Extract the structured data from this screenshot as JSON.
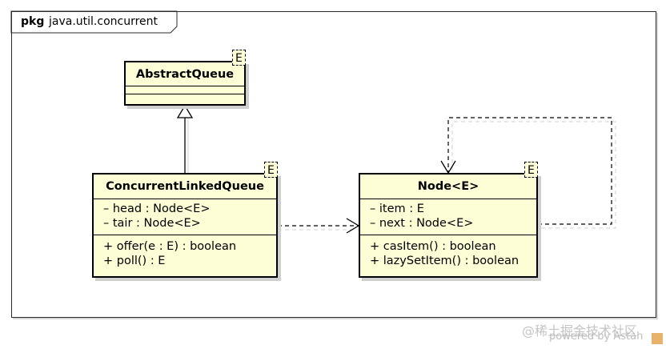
{
  "package": {
    "keyword": "pkg",
    "name": "java.util.concurrent"
  },
  "classes": {
    "abstract_queue": {
      "name": "AbstractQueue",
      "type_param": "E",
      "attributes": [],
      "operations": []
    },
    "concurrent_linked_queue": {
      "name": "ConcurrentLinkedQueue",
      "type_param": "E",
      "attributes": [
        "– head : Node<E>",
        "– tair : Node<E>"
      ],
      "operations": [
        "+ offer(e : E) : boolean",
        "+ poll() : E"
      ]
    },
    "node": {
      "name": "Node<E>",
      "type_param": "E",
      "attributes": [
        "– item : E",
        "– next : Node<E>"
      ],
      "operations": [
        "+ casItem() : boolean",
        "+ lazySetItem() : boolean"
      ]
    }
  },
  "watermark": "@稀土掘金技术社区",
  "powered_by": "powered by Astah",
  "colors": {
    "class_fill": "#fefed6",
    "border": "#000000",
    "shadow": "#cfcfcf"
  }
}
